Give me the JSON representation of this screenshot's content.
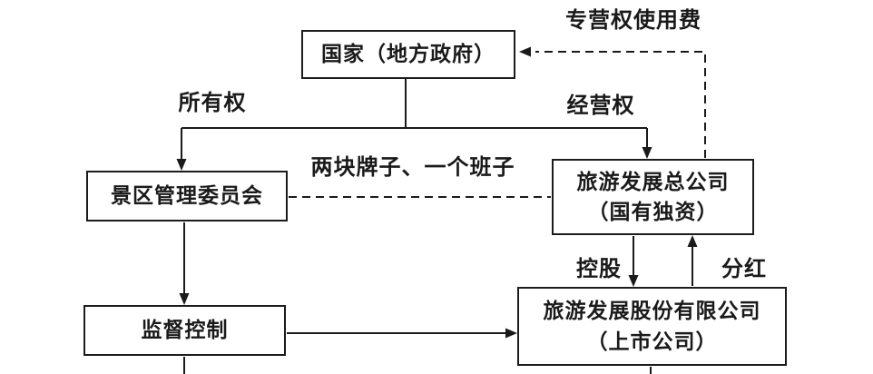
{
  "diagram": {
    "title_hint": "state franchise governance flow for scenic-area tourism companies",
    "nodes": {
      "state": {
        "label": "国家（地方政府）"
      },
      "committee": {
        "label": "景区管理委员会"
      },
      "group": {
        "line1": "旅游发展总公司",
        "line2": "（国有独资）"
      },
      "supervise": {
        "label": "监督控制"
      },
      "listed": {
        "line1": "旅游发展股份有限公司",
        "line2": "（上市公司）"
      }
    },
    "edge_labels": {
      "franchise_fee": "专营权使用费",
      "ownership": "所有权",
      "operation_right": "经营权",
      "two_brands_one_team": "两块牌子、一个班子",
      "holding": "控股",
      "dividend": "分红"
    },
    "colors": {
      "line": "#1a1a1a",
      "text": "#1a1a1a",
      "background": "#ffffff"
    }
  }
}
